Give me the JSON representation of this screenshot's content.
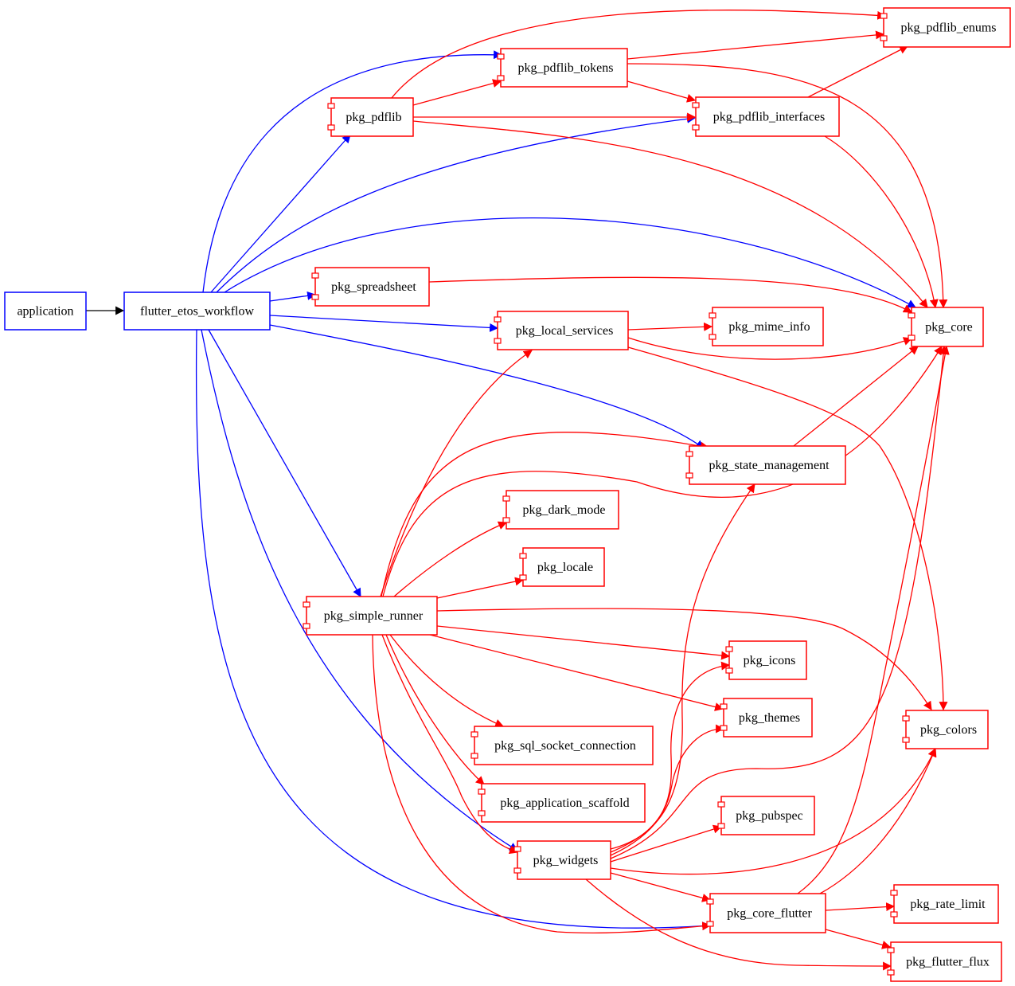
{
  "title": "flutter_etos_workflow dependency graph",
  "colors": {
    "root_edge": "#000000",
    "app_node": "#0000ff",
    "app_edge": "#0000ff",
    "pkg_node": "#ff0000",
    "pkg_edge": "#ff0000"
  },
  "nodes": [
    {
      "id": "application",
      "label": "application",
      "kind": "app"
    },
    {
      "id": "flutter_etos_workflow",
      "label": "flutter_etos_workflow",
      "kind": "app"
    },
    {
      "id": "pkg_pdflib",
      "label": "pkg_pdflib",
      "kind": "pkg"
    },
    {
      "id": "pkg_pdflib_tokens",
      "label": "pkg_pdflib_tokens",
      "kind": "pkg"
    },
    {
      "id": "pkg_pdflib_enums",
      "label": "pkg_pdflib_enums",
      "kind": "pkg"
    },
    {
      "id": "pkg_pdflib_interfaces",
      "label": "pkg_pdflib_interfaces",
      "kind": "pkg"
    },
    {
      "id": "pkg_spreadsheet",
      "label": "pkg_spreadsheet",
      "kind": "pkg"
    },
    {
      "id": "pkg_local_services",
      "label": "pkg_local_services",
      "kind": "pkg"
    },
    {
      "id": "pkg_mime_info",
      "label": "pkg_mime_info",
      "kind": "pkg"
    },
    {
      "id": "pkg_core",
      "label": "pkg_core",
      "kind": "pkg"
    },
    {
      "id": "pkg_state_management",
      "label": "pkg_state_management",
      "kind": "pkg"
    },
    {
      "id": "pkg_dark_mode",
      "label": "pkg_dark_mode",
      "kind": "pkg"
    },
    {
      "id": "pkg_locale",
      "label": "pkg_locale",
      "kind": "pkg"
    },
    {
      "id": "pkg_simple_runner",
      "label": "pkg_simple_runner",
      "kind": "pkg"
    },
    {
      "id": "pkg_icons",
      "label": "pkg_icons",
      "kind": "pkg"
    },
    {
      "id": "pkg_themes",
      "label": "pkg_themes",
      "kind": "pkg"
    },
    {
      "id": "pkg_colors",
      "label": "pkg_colors",
      "kind": "pkg"
    },
    {
      "id": "pkg_sql_socket_connection",
      "label": "pkg_sql_socket_connection",
      "kind": "pkg"
    },
    {
      "id": "pkg_application_scaffold",
      "label": "pkg_application_scaffold",
      "kind": "pkg"
    },
    {
      "id": "pkg_pubspec",
      "label": "pkg_pubspec",
      "kind": "pkg"
    },
    {
      "id": "pkg_widgets",
      "label": "pkg_widgets",
      "kind": "pkg"
    },
    {
      "id": "pkg_core_flutter",
      "label": "pkg_core_flutter",
      "kind": "pkg"
    },
    {
      "id": "pkg_rate_limit",
      "label": "pkg_rate_limit",
      "kind": "pkg"
    },
    {
      "id": "pkg_flutter_flux",
      "label": "pkg_flutter_flux",
      "kind": "pkg"
    }
  ],
  "edges": [
    {
      "from": "application",
      "to": "flutter_etos_workflow",
      "kind": "root"
    },
    {
      "from": "flutter_etos_workflow",
      "to": "pkg_pdflib_tokens",
      "kind": "app"
    },
    {
      "from": "flutter_etos_workflow",
      "to": "pkg_pdflib",
      "kind": "app"
    },
    {
      "from": "flutter_etos_workflow",
      "to": "pkg_pdflib_interfaces",
      "kind": "app"
    },
    {
      "from": "flutter_etos_workflow",
      "to": "pkg_core",
      "kind": "app"
    },
    {
      "from": "flutter_etos_workflow",
      "to": "pkg_spreadsheet",
      "kind": "app"
    },
    {
      "from": "flutter_etos_workflow",
      "to": "pkg_local_services",
      "kind": "app"
    },
    {
      "from": "flutter_etos_workflow",
      "to": "pkg_state_management",
      "kind": "app"
    },
    {
      "from": "flutter_etos_workflow",
      "to": "pkg_simple_runner",
      "kind": "app"
    },
    {
      "from": "flutter_etos_workflow",
      "to": "pkg_widgets",
      "kind": "app"
    },
    {
      "from": "flutter_etos_workflow",
      "to": "pkg_core_flutter",
      "kind": "app"
    },
    {
      "from": "pkg_pdflib",
      "to": "pkg_pdflib_enums",
      "kind": "pkg"
    },
    {
      "from": "pkg_pdflib",
      "to": "pkg_pdflib_tokens",
      "kind": "pkg"
    },
    {
      "from": "pkg_pdflib",
      "to": "pkg_pdflib_interfaces",
      "kind": "pkg"
    },
    {
      "from": "pkg_pdflib",
      "to": "pkg_core",
      "kind": "pkg"
    },
    {
      "from": "pkg_pdflib_tokens",
      "to": "pkg_pdflib_enums",
      "kind": "pkg"
    },
    {
      "from": "pkg_pdflib_tokens",
      "to": "pkg_pdflib_interfaces",
      "kind": "pkg"
    },
    {
      "from": "pkg_pdflib_tokens",
      "to": "pkg_core",
      "kind": "pkg"
    },
    {
      "from": "pkg_pdflib_interfaces",
      "to": "pkg_pdflib_enums",
      "kind": "pkg"
    },
    {
      "from": "pkg_pdflib_interfaces",
      "to": "pkg_core",
      "kind": "pkg"
    },
    {
      "from": "pkg_spreadsheet",
      "to": "pkg_core",
      "kind": "pkg"
    },
    {
      "from": "pkg_local_services",
      "to": "pkg_mime_info",
      "kind": "pkg"
    },
    {
      "from": "pkg_local_services",
      "to": "pkg_core",
      "kind": "pkg"
    },
    {
      "from": "pkg_local_services",
      "to": "pkg_colors",
      "kind": "pkg"
    },
    {
      "from": "pkg_state_management",
      "to": "pkg_core",
      "kind": "pkg"
    },
    {
      "from": "pkg_simple_runner",
      "to": "pkg_local_services",
      "kind": "pkg"
    },
    {
      "from": "pkg_simple_runner",
      "to": "pkg_state_management",
      "kind": "pkg"
    },
    {
      "from": "pkg_simple_runner",
      "to": "pkg_core",
      "kind": "pkg"
    },
    {
      "from": "pkg_simple_runner",
      "to": "pkg_dark_mode",
      "kind": "pkg"
    },
    {
      "from": "pkg_simple_runner",
      "to": "pkg_locale",
      "kind": "pkg"
    },
    {
      "from": "pkg_simple_runner",
      "to": "pkg_colors",
      "kind": "pkg"
    },
    {
      "from": "pkg_simple_runner",
      "to": "pkg_icons",
      "kind": "pkg"
    },
    {
      "from": "pkg_simple_runner",
      "to": "pkg_themes",
      "kind": "pkg"
    },
    {
      "from": "pkg_simple_runner",
      "to": "pkg_sql_socket_connection",
      "kind": "pkg"
    },
    {
      "from": "pkg_simple_runner",
      "to": "pkg_application_scaffold",
      "kind": "pkg"
    },
    {
      "from": "pkg_simple_runner",
      "to": "pkg_widgets",
      "kind": "pkg"
    },
    {
      "from": "pkg_simple_runner",
      "to": "pkg_core_flutter",
      "kind": "pkg"
    },
    {
      "from": "pkg_widgets",
      "to": "pkg_state_management",
      "kind": "pkg"
    },
    {
      "from": "pkg_widgets",
      "to": "pkg_icons",
      "kind": "pkg"
    },
    {
      "from": "pkg_widgets",
      "to": "pkg_themes",
      "kind": "pkg"
    },
    {
      "from": "pkg_widgets",
      "to": "pkg_core",
      "kind": "pkg"
    },
    {
      "from": "pkg_widgets",
      "to": "pkg_pubspec",
      "kind": "pkg"
    },
    {
      "from": "pkg_widgets",
      "to": "pkg_colors",
      "kind": "pkg"
    },
    {
      "from": "pkg_widgets",
      "to": "pkg_core_flutter",
      "kind": "pkg"
    },
    {
      "from": "pkg_widgets",
      "to": "pkg_flutter_flux",
      "kind": "pkg"
    },
    {
      "from": "pkg_core_flutter",
      "to": "pkg_core",
      "kind": "pkg"
    },
    {
      "from": "pkg_core_flutter",
      "to": "pkg_colors",
      "kind": "pkg"
    },
    {
      "from": "pkg_core_flutter",
      "to": "pkg_rate_limit",
      "kind": "pkg"
    },
    {
      "from": "pkg_core_flutter",
      "to": "pkg_flutter_flux",
      "kind": "pkg"
    }
  ]
}
